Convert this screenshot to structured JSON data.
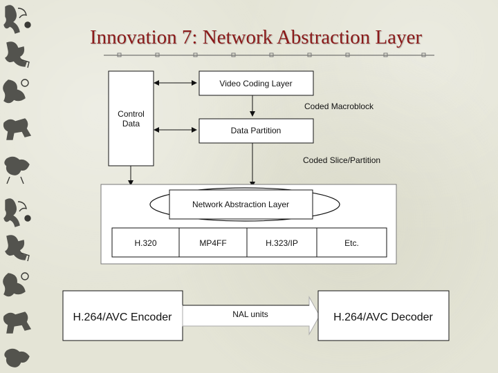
{
  "slide": {
    "title": "Innovation 7: Network Abstraction Layer"
  },
  "diagram": {
    "video_coding_layer": "Video Coding Layer",
    "control_data_line1": "Control",
    "control_data_line2": "Data",
    "coded_macroblock": "Coded Macroblock",
    "data_partition": "Data Partition",
    "coded_slice_partition": "Coded Slice/Partition",
    "network_abstraction_layer": "Network Abstraction Layer",
    "transports": [
      "H.320",
      "MP4FF",
      "H.323/IP",
      "Etc."
    ],
    "encoder": "H.264/AVC Encoder",
    "nal_units": "NAL units",
    "decoder": "H.264/AVC Decoder"
  },
  "colors": {
    "background": "#e4e4d6",
    "title": "#8b1a1a",
    "box_fill": "#ffffff",
    "stroke": "#111111",
    "decoration": "#3a3a36"
  },
  "decorations": {
    "left_border": "hieroglyph-figures"
  }
}
